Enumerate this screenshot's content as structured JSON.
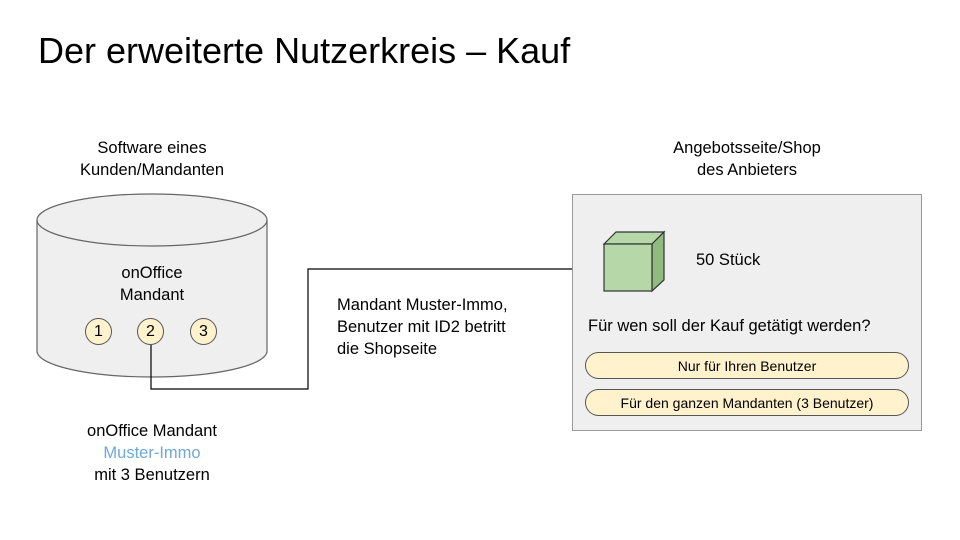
{
  "title": "Der erweiterte Nutzerkreis – Kauf",
  "left_caption": {
    "line1": "Software eines",
    "line2": "Kunden/Mandanten"
  },
  "database": {
    "label_line1": "onOffice",
    "label_line2": "Mandant",
    "users": [
      "1",
      "2",
      "3"
    ]
  },
  "bottom_caption": {
    "line1": "onOffice Mandant",
    "client_name": "Muster-Immo",
    "line3": "mit 3 Benutzern",
    "client_name_color": "#6fa8dc"
  },
  "connector_text": {
    "line1": "Mandant Muster-Immo,",
    "line2": "Benutzer mit ID2 betritt",
    "line3": "die Shopseite"
  },
  "right_caption": {
    "line1": "Angebotsseite/Shop",
    "line2": "des Anbieters"
  },
  "shop": {
    "product_icon": "cube-icon",
    "quantity": "50 Stück",
    "question": "Für wen soll der Kauf getätigt werden?",
    "options": [
      "Nur für Ihren Benutzer",
      "Für den ganzen Mandanten (3 Benutzer)"
    ]
  },
  "colors": {
    "user_fill": "#fff2cc",
    "cube_fill": "#b6d7a8",
    "panel_fill": "#efefef",
    "db_fill": "#efefef"
  }
}
